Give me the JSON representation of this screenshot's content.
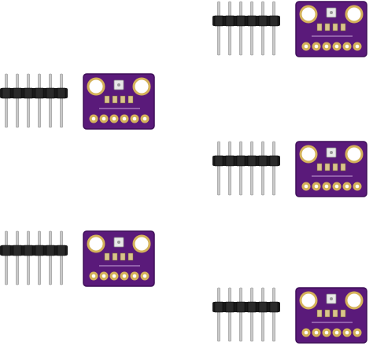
{
  "scene": {
    "subject": "sensor-breakout-modules",
    "units": [
      {
        "id": "unit-1",
        "pins": 6
      },
      {
        "id": "unit-2",
        "pins": 6
      },
      {
        "id": "unit-3",
        "pins": 6
      },
      {
        "id": "unit-4",
        "pins": 6
      },
      {
        "id": "unit-5",
        "pins": 6
      }
    ],
    "colors": {
      "background": "#ffffff",
      "pcb": "#5a1a7a",
      "pcb_edge": "#3e0f58",
      "pad_gold": "#d4b25a",
      "pin_metal": "#c9c9c9",
      "header_plastic": "#1a1a1a",
      "sensor_chip": "#e8e8e8"
    }
  }
}
